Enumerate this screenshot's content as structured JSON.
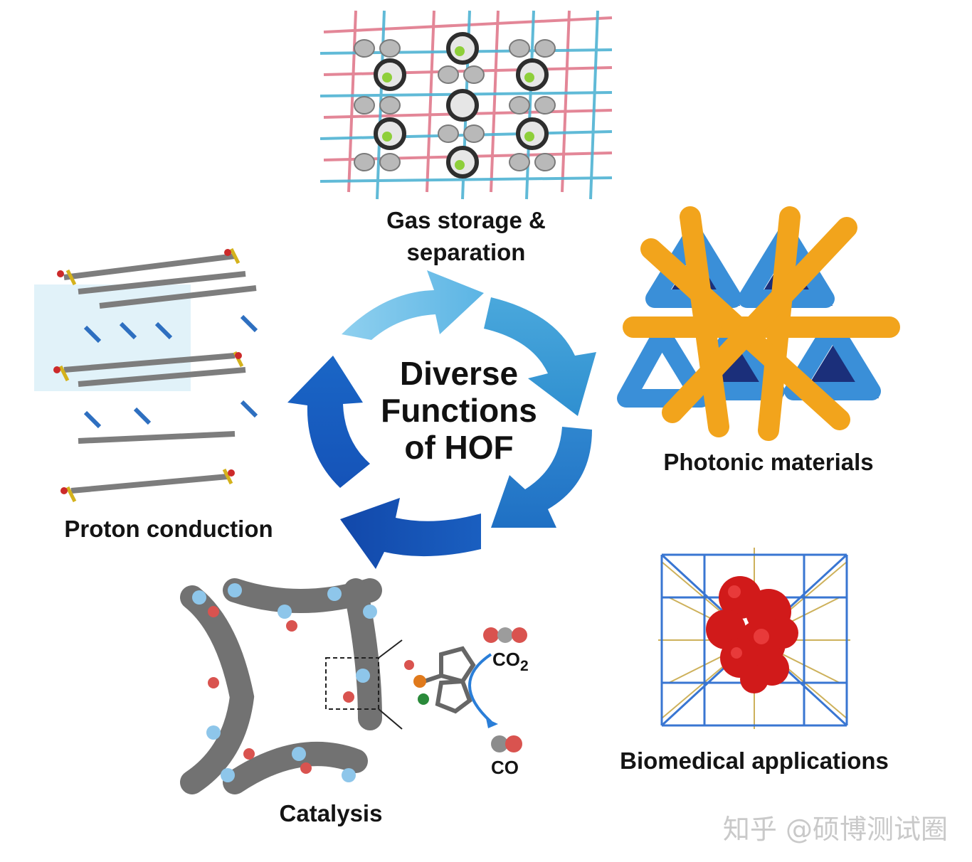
{
  "center": {
    "line1": "Diverse",
    "line2": "Functions",
    "line3": "of HOF"
  },
  "panels": {
    "gas": {
      "line1": "Gas storage &",
      "line2": "separation"
    },
    "photonic": {
      "label": "Photonic materials"
    },
    "proton": {
      "label": "Proton conduction"
    },
    "catalysis": {
      "label": "Catalysis",
      "co2_main": "CO",
      "co2_sub": "2",
      "co": "CO"
    },
    "biomedical": {
      "label": "Biomedical applications"
    }
  },
  "watermark": "知乎 @硕博测试圈",
  "colors": {
    "arrow_light": "#7cc6ea",
    "arrow_mid": "#3a9ad6",
    "arrow_dark": "#1553b8",
    "gas_pink": "#e07a8c",
    "gas_cyan": "#4fb3d3",
    "photonic_orange": "#f2a41c",
    "photonic_blue": "#3a8fd8",
    "bio_red": "#d11a1a",
    "bio_blue": "#2f6fd0",
    "bio_gold": "#c8a94a"
  }
}
